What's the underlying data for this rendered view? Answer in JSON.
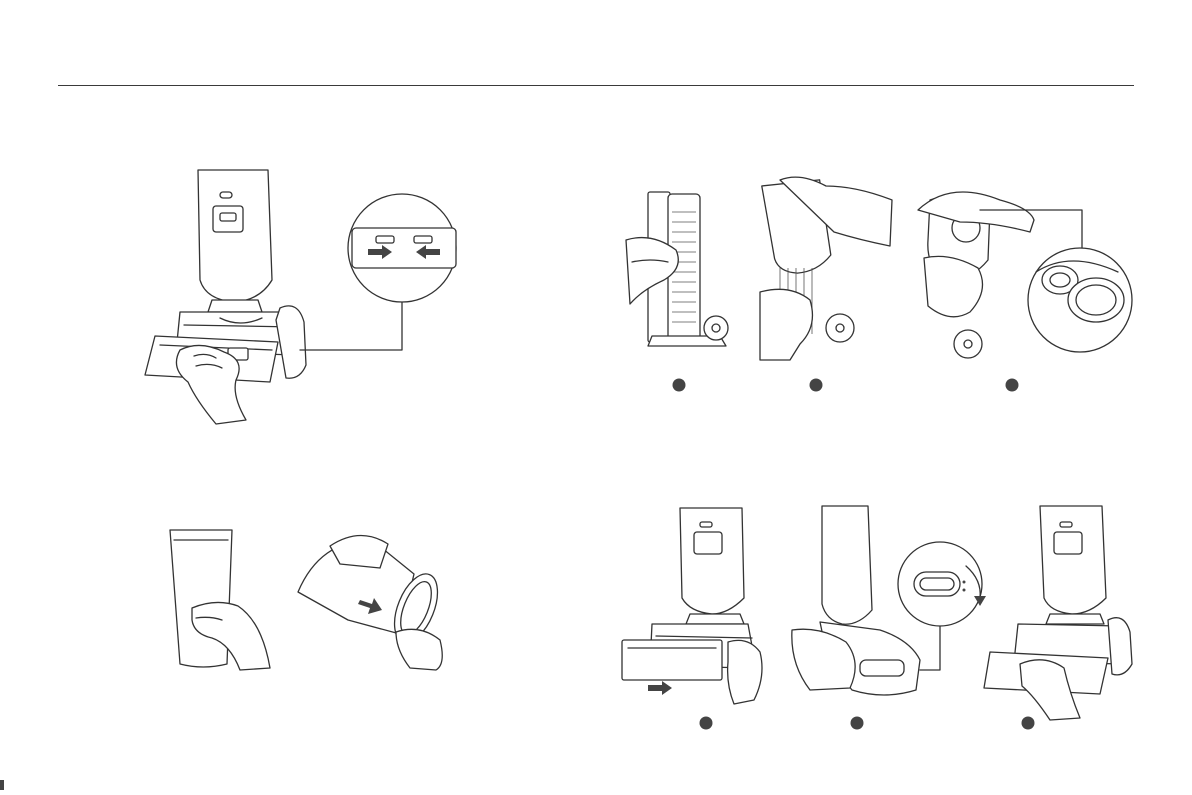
{
  "page": {
    "background": "#ffffff",
    "line_color": "#333333",
    "step_marker_color": "#444444"
  },
  "illustrations": [
    {
      "id": "remove-water-tank",
      "icons": [
        "vacuum-upright-icon",
        "hand-icon",
        "tank-latch-icon"
      ]
    },
    {
      "id": "filter-disassembly",
      "icons": [
        "filter-icon",
        "hand-icon"
      ],
      "steps": 3
    },
    {
      "id": "rinse-tank",
      "icons": [
        "tank-cup-icon",
        "hand-icon",
        "pour-arrow-icon"
      ]
    },
    {
      "id": "reinstall",
      "icons": [
        "vacuum-upright-icon",
        "rotate-arrow-icon",
        "hand-icon"
      ],
      "steps": 3
    }
  ]
}
